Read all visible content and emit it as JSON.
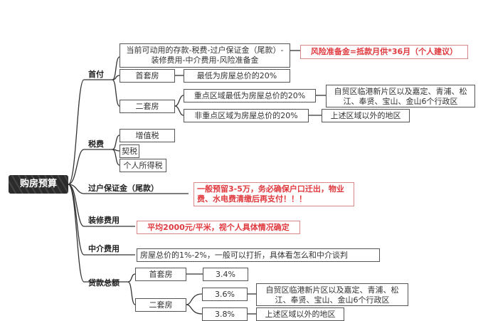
{
  "root": "购房预算",
  "branches": {
    "down_payment": {
      "label": "首付",
      "formula": "当前可动用的存款-税费-过户保证金（尾款）-装修费用-中介费用-风险准备金",
      "risk_note": "风险准备金=抵款月供*36月（个人建议）",
      "first_home": {
        "label": "首套房",
        "value": "最低为房屋总价的20%"
      },
      "second_home": {
        "label": "二套房",
        "key_area": "重点区域最低为房屋总价的20%",
        "key_area_desc": "自贸区临港新片区以及嘉定、青浦、松江、奉贤、宝山、金山6个行政区",
        "non_key_area": "非重点区域为房屋总价的20%",
        "non_key_area_desc": "上述区域以外的地区"
      }
    },
    "taxes": {
      "label": "税费",
      "items": [
        "增值税",
        "契税",
        "个人所得税"
      ]
    },
    "transfer_deposit": {
      "label": "过户保证金（尾款）",
      "note": "一般预留3-5万，务必确保户口迁出，物业费、水电费清缴后再支付！！！"
    },
    "renovation": {
      "label": "装修费用",
      "note": "平均2000元/平米，视个人具体情况确定"
    },
    "agency": {
      "label": "中介费用",
      "note": "房屋总价的1%-2%，一般可以打折，具体看怎么和中介谈判"
    },
    "loan": {
      "label": "贷款总额",
      "first_home": {
        "label": "首套房",
        "rate": "3.4%"
      },
      "second_home": {
        "label": "二套房",
        "rate_key": "3.6%",
        "rate_key_desc": "自贸区临港新片区以及嘉定、青浦、松江、奉贤、宝山、金山6个行政区",
        "rate_other": "3.8%",
        "rate_other_desc": "上述区域以外的地区"
      }
    }
  },
  "colors": {
    "accent_red": "#e0393e",
    "red_border": "#d9888a",
    "line": "#333333",
    "root_bg": "#2b2b2b"
  }
}
